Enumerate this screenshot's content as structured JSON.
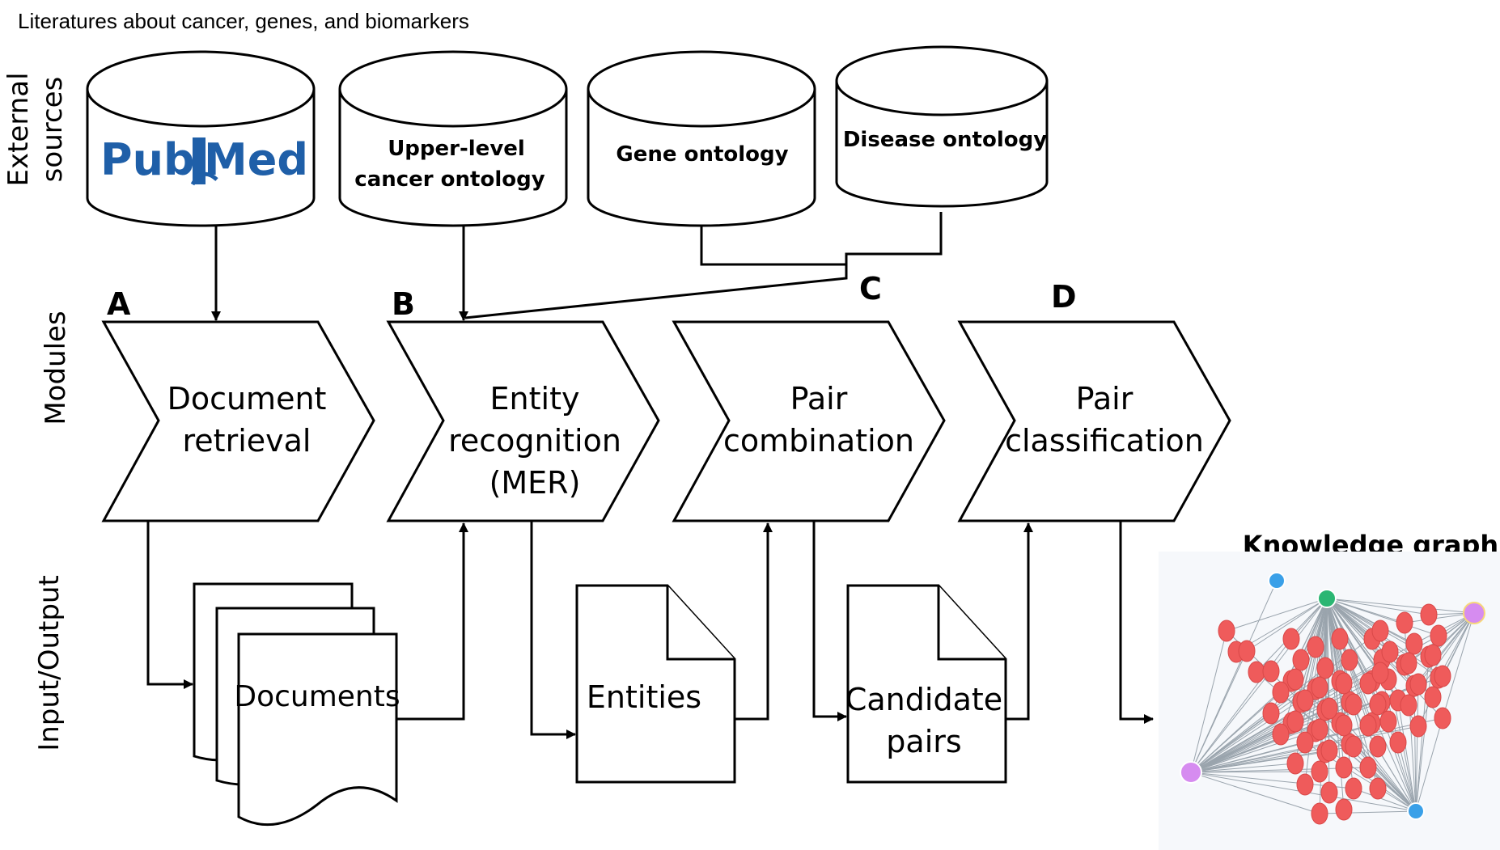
{
  "header": {
    "title": "Literatures about cancer, genes, and biomarkers"
  },
  "row_labels": {
    "external_sources": [
      "External",
      "sources"
    ],
    "modules": "Modules",
    "io": "Input/Output"
  },
  "databases": {
    "pubmed": {
      "left": "Pub",
      "right": "Med"
    },
    "upper_level": [
      "Upper-level",
      "cancer ontology"
    ],
    "gene_ontology": "Gene ontology",
    "disease_ontology": "Disease ontology"
  },
  "modules": {
    "a": {
      "letter": "A",
      "lines": [
        "Document",
        "retrieval"
      ]
    },
    "b": {
      "letter": "B",
      "lines": [
        "Entity",
        "recognition",
        "(MER)"
      ]
    },
    "c": {
      "letter": "C",
      "lines": [
        "Pair",
        "combination"
      ]
    },
    "d": {
      "letter": "D",
      "lines": [
        "Pair",
        "classification"
      ]
    }
  },
  "outputs": {
    "documents": "Documents",
    "entities": "Entities",
    "candidate_pairs": [
      "Candidate",
      "pairs"
    ]
  },
  "knowledge_graph": {
    "title": "Knowledge graph"
  },
  "colors": {
    "stroke": "#000000",
    "pubmed_blue": "#1f5fa8",
    "graph_red": "#ef5b5b",
    "graph_green": "#2bb673",
    "graph_blue": "#3aa0e8",
    "graph_purple": "#d68cf0",
    "graph_yellow": "#f7d77a"
  }
}
